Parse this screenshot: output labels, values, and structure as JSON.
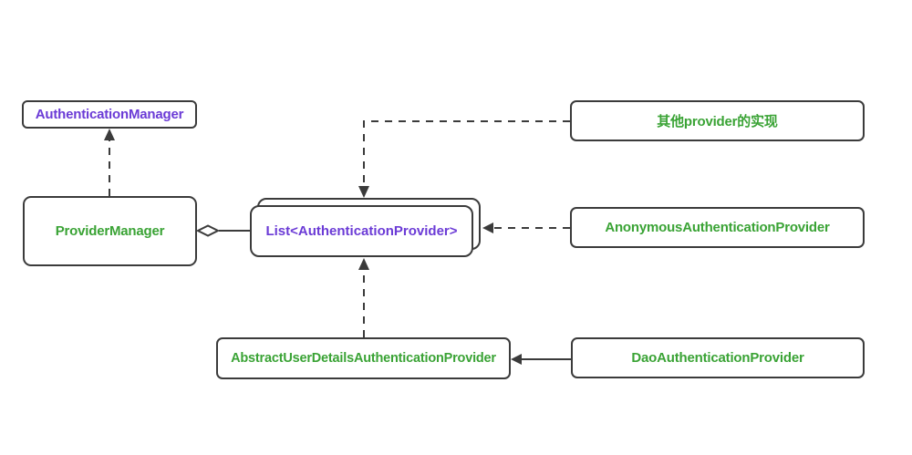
{
  "colors": {
    "background": "#ffffff",
    "line": "#3b3b3b",
    "class_name": "#6b3bd6",
    "impl_name": "#3aa335"
  },
  "diagram": {
    "nodes": {
      "authentication_manager": {
        "label": "AuthenticationManager",
        "color": "purple"
      },
      "provider_manager": {
        "label": "ProviderManager",
        "color": "green"
      },
      "provider_list": {
        "label": "List<AuthenticationProvider>",
        "color": "purple"
      },
      "other_provider": {
        "label": "其他provider的实现",
        "color": "green"
      },
      "anonymous_provider": {
        "label": "AnonymousAuthenticationProvider",
        "color": "green"
      },
      "abstract_provider": {
        "label": "AbstractUserDetailsAuthenticationProvider",
        "color": "green"
      },
      "dao_provider": {
        "label": "DaoAuthenticationProvider",
        "color": "green"
      }
    },
    "connectors": [
      {
        "from": "provider_manager",
        "to": "authentication_manager",
        "line": "dashed",
        "arrow": "solid-triangle"
      },
      {
        "from": "provider_manager",
        "to": "provider_list",
        "line": "solid",
        "arrow": "hollow-diamond"
      },
      {
        "from": "other_provider",
        "to": "provider_list",
        "line": "dashed",
        "arrow": "solid-triangle"
      },
      {
        "from": "anonymous_provider",
        "to": "provider_list",
        "line": "dashed",
        "arrow": "solid-triangle"
      },
      {
        "from": "abstract_provider",
        "to": "provider_list",
        "line": "dashed",
        "arrow": "solid-triangle"
      },
      {
        "from": "dao_provider",
        "to": "abstract_provider",
        "line": "solid",
        "arrow": "solid-triangle"
      }
    ]
  }
}
